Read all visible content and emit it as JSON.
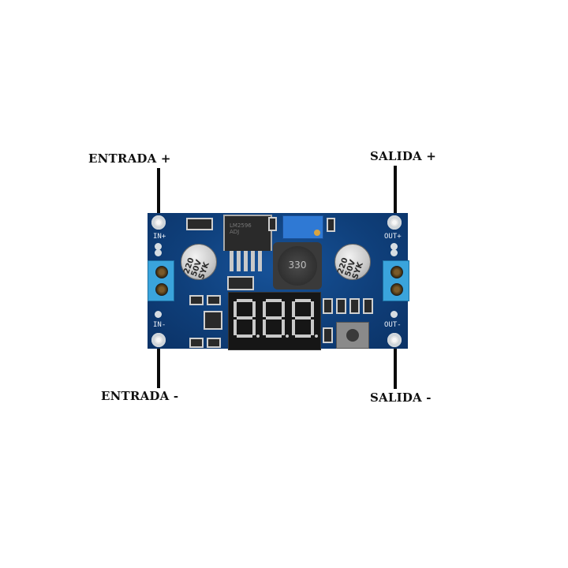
{
  "labels": {
    "input_plus": "ENTRADA +",
    "input_minus": "ENTRADA -",
    "output_plus": "SALIDA +",
    "output_minus": "SALIDA -"
  },
  "board": {
    "silkscreen": {
      "in_plus": "IN+",
      "in_minus": "IN-",
      "out_plus": "OUT+",
      "out_minus": "OUT-"
    },
    "capacitor_left": {
      "line1": "220",
      "line2": "50V",
      "line3": "SYK"
    },
    "capacitor_right": {
      "line1": "220",
      "line2": "50V",
      "line3": "SYK"
    },
    "inductor_value": "330",
    "ic_marking": {
      "line1": "LM2596",
      "line2": "ADJ"
    },
    "display_digits": [
      "8.",
      "8.",
      "8."
    ],
    "colors": {
      "pcb": "#0f3f7a",
      "terminal": "#3aa4dc",
      "display": "#161616"
    }
  }
}
